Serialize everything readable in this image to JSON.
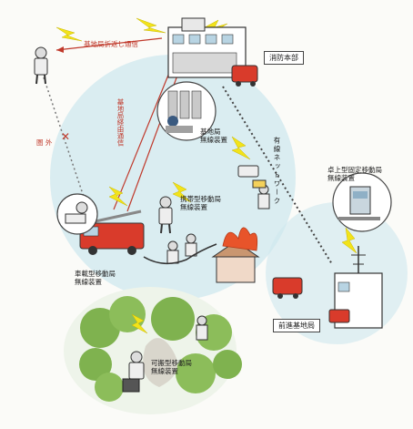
{
  "labels": {
    "base_relay": "基地局折返し通信",
    "relay_comm": "基地局経由通信",
    "out_of_range": "圏 外",
    "fire_hq": "消防本部",
    "base_radio": "基地局\n無線装置",
    "wired_network": "有線ネットワーク",
    "portable_mobile": "携帯型移動局\n無線装置",
    "desktop_fixed": "卓上型固定移動局\n無線装置",
    "vehicle_mobile": "車載型移動局\n無線装置",
    "forward_base": "前進基地局",
    "transportable_mobile": "可搬型移動局\n無線装置"
  },
  "colors": {
    "coverage": "#cfe8ef",
    "signal": "#f2e31a",
    "relay_arrow": "#c0392b",
    "fire": "#e8542a",
    "forest": "#7fb24f"
  }
}
